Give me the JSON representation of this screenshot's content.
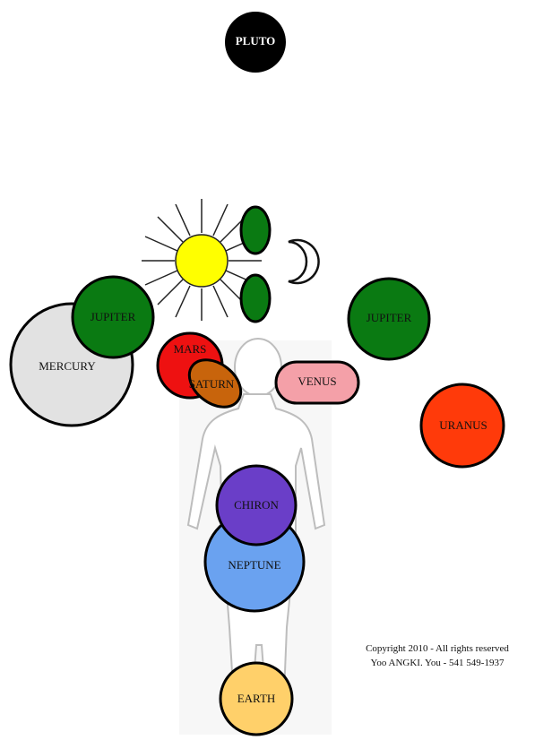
{
  "colors": {
    "pluto": "#000000",
    "sun": "#ffff00",
    "moon_green": "#0a7a12",
    "jupiter": "#0a7a12",
    "mercury": "#e2e2e2",
    "mars": "#ee1111",
    "saturn": "#c8640c",
    "venus": "#f4a0a8",
    "uranus": "#ff3a0a",
    "chiron": "#6a3ec8",
    "neptune": "#6aa2f0",
    "earth": "#ffd06a",
    "body_outline": "#c8c8c8"
  },
  "planets": {
    "pluto": "PLUTO",
    "jupiter_left": "JUPITER",
    "jupiter_right": "JUPITER",
    "mercury": "MERCURY",
    "mars": "MARS",
    "saturn": "SATURN",
    "venus": "VENUS",
    "uranus": "URANUS",
    "chiron": "CHIRON",
    "neptune": "NEPTUNE",
    "earth": "EARTH"
  },
  "copyright": {
    "line1": "Copyright 2010 - All rights reserved",
    "line2": "Yoo ANGKI. You - 541 549-1937"
  }
}
